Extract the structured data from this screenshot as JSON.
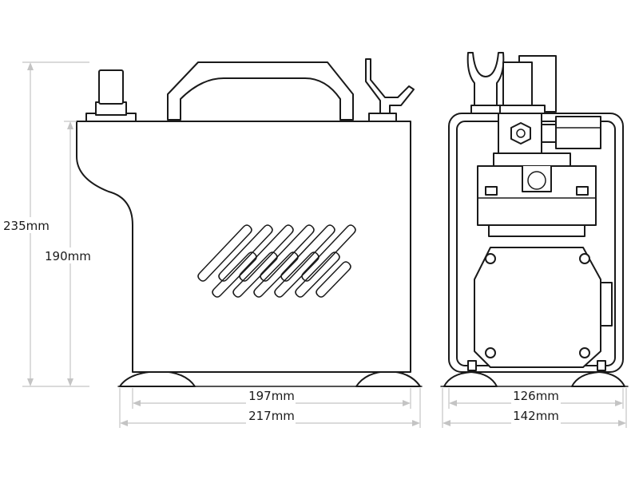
{
  "dimensions": {
    "total_height": "235mm",
    "body_height": "190mm",
    "side_body_width": "197mm",
    "side_total_width": "217mm",
    "front_body_width": "126mm",
    "front_total_width": "142mm"
  },
  "colors": {
    "line": "#1a1a1a",
    "dimension": "#c4c4c4",
    "background": "#ffffff"
  }
}
